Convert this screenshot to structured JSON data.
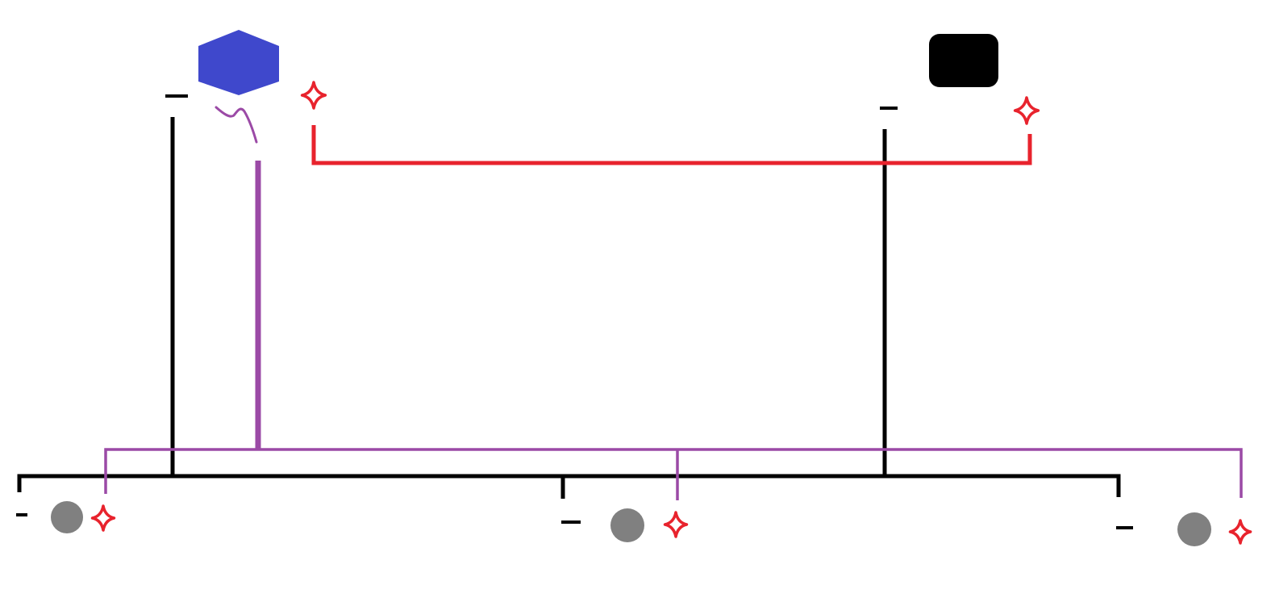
{
  "diagram": {
    "type": "symbol-connection-diagram",
    "colors": {
      "background": "#ffffff",
      "black_connector": "#000000",
      "red_connector": "#e8232d",
      "purple_connector": "#9b4aa6",
      "hexagon_fill": "#3f48cc",
      "rounded_rect_fill": "#000000",
      "circle_fill": "#808080",
      "star_color": "#e8232d"
    },
    "nodes": [
      {
        "id": "top-left",
        "shape": "hexagon",
        "icon": "hexagon-icon",
        "markers": [
          "minus-sign-icon",
          "red-star-icon"
        ]
      },
      {
        "id": "top-right",
        "shape": "rounded-rectangle",
        "icon": "rounded-rect-icon",
        "markers": [
          "minus-sign-icon",
          "red-star-icon"
        ]
      },
      {
        "id": "bottom-left",
        "shape": "circle",
        "icon": "gray-circle-icon",
        "markers": [
          "minus-sign-icon",
          "red-star-icon"
        ]
      },
      {
        "id": "bottom-middle",
        "shape": "circle",
        "icon": "gray-circle-icon",
        "markers": [
          "minus-sign-icon",
          "red-star-icon"
        ]
      },
      {
        "id": "bottom-right",
        "shape": "circle",
        "icon": "gray-circle-icon",
        "markers": [
          "minus-sign-icon",
          "red-star-icon"
        ]
      }
    ],
    "connections": [
      {
        "color": "black",
        "from": [
          "top-left",
          "top-right"
        ],
        "to": [
          "bottom-left",
          "bottom-middle",
          "bottom-right"
        ]
      },
      {
        "color": "red",
        "from": [
          "top-left"
        ],
        "to": [
          "top-right"
        ]
      },
      {
        "color": "purple",
        "from": [
          "top-left"
        ],
        "to": [
          "bottom-left",
          "bottom-middle",
          "bottom-right"
        ]
      }
    ]
  }
}
